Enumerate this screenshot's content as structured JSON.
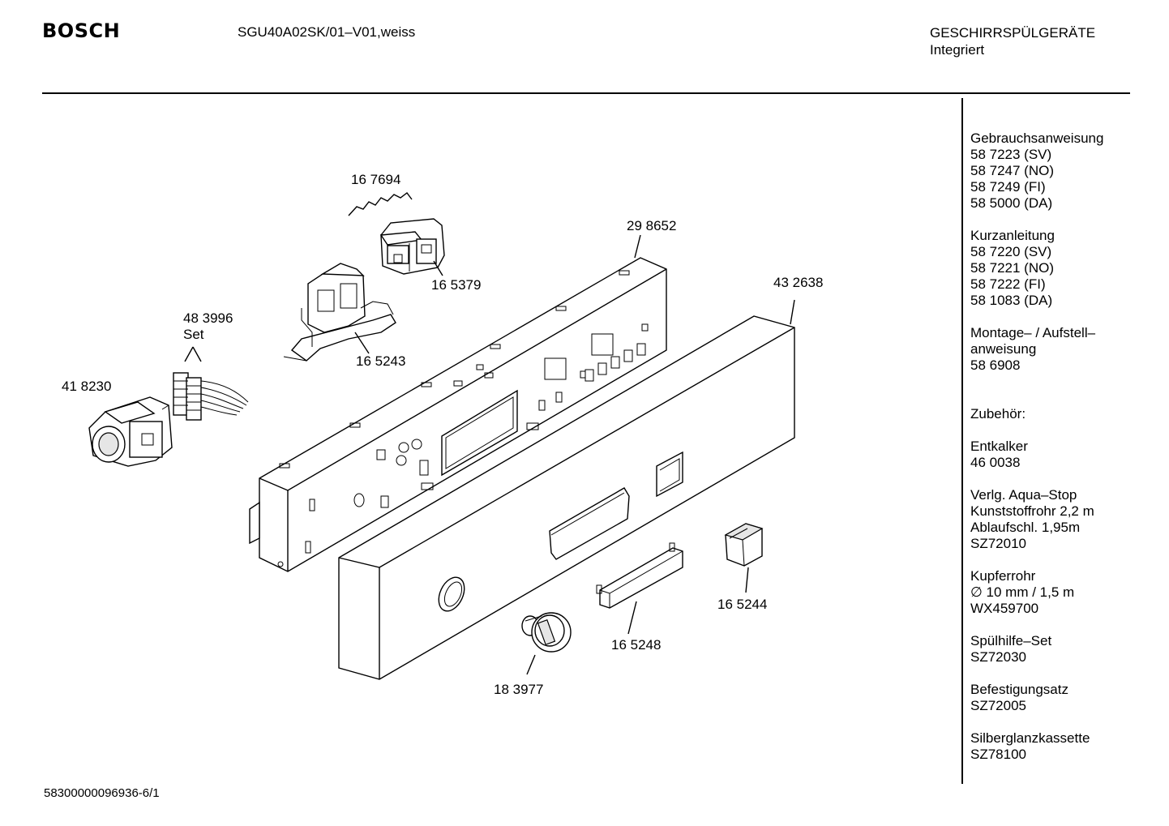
{
  "header": {
    "brand": "BOSCH",
    "model": "SGU40A02SK/01–V01,weiss",
    "category_line1": "GESCHIRRSPÜLGERÄTE",
    "category_line2": "Integriert"
  },
  "parts": {
    "p167694": "16 7694",
    "p298652": "29 8652",
    "p165379": "16 5379",
    "p432638": "43 2638",
    "p483996": "48 3996",
    "p483996_set": "Set",
    "p165243": "16 5243",
    "p418230": "41 8230",
    "p165244": "16 5244",
    "p165248": "16 5248",
    "p183977": "18 3977"
  },
  "sidebar": {
    "groups": [
      {
        "lines": [
          "Gebrauchsanweisung",
          "58 7223 (SV)",
          "58 7247 (NO)",
          "58 7249 (FI)",
          "58 5000 (DA)"
        ]
      },
      {
        "lines": [
          "Kurzanleitung",
          "58 7220 (SV)",
          "58 7221 (NO)",
          "58 7222 (FI)",
          "58 1083 (DA)"
        ]
      },
      {
        "lines": [
          "Montage– / Aufstell–",
          "anweisung",
          "58 6908"
        ]
      },
      {
        "lines": [
          "Zubehör:"
        ]
      },
      {
        "lines": [
          "Entkalker",
          "46 0038"
        ]
      },
      {
        "lines": [
          "Verlg. Aqua–Stop",
          "Kunststoffrohr 2,2 m",
          "Ablaufschl. 1,95m",
          "SZ72010"
        ]
      },
      {
        "lines": [
          "Kupferrohr",
          "∅ 10 mm / 1,5 m",
          "WX459700"
        ]
      },
      {
        "lines": [
          "Spülhilfe–Set",
          "SZ72030"
        ]
      },
      {
        "lines": [
          "Befestigungsatz",
          "SZ72005"
        ]
      },
      {
        "lines": [
          "Silberglanzkassette",
          "SZ78100"
        ]
      }
    ]
  },
  "footer": {
    "doc_id": "58300000096936-6/1"
  }
}
